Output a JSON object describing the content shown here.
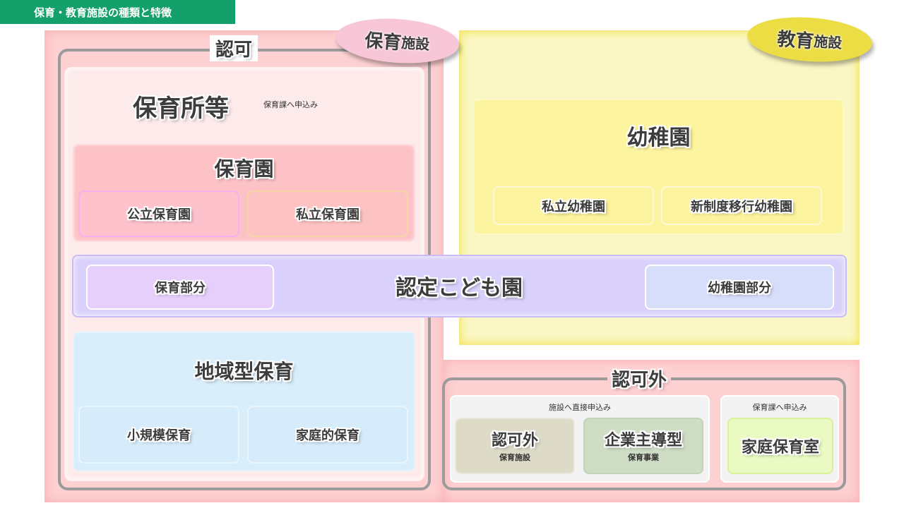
{
  "header": {
    "title": "保育・教育施設の種類と特徴"
  },
  "hoiku_shisetsu": {
    "label_main": "保育",
    "label_sub": "施設"
  },
  "kyoiku_shisetsu": {
    "label_main": "教育",
    "label_sub": "施設"
  },
  "ninka": {
    "label": "認可"
  },
  "hoikusho": {
    "title": "保育所等",
    "note": "保育課へ申込み"
  },
  "hoikuen": {
    "title": "保育園",
    "items": [
      "公立保育園",
      "私立保育園"
    ]
  },
  "youchien": {
    "title": "幼稚園",
    "items": [
      "私立幼稚園",
      "新制度移行幼稚園"
    ]
  },
  "kodomoen": {
    "title": "認定こども園",
    "left": "保育部分",
    "right": "幼稚園部分"
  },
  "chiiki": {
    "title": "地域型保育",
    "items": [
      "小規模保育",
      "家庭的保育"
    ]
  },
  "ninkagai": {
    "label": "認可外",
    "group1_note": "施設へ直接申込み",
    "group2_note": "保育課へ申込み",
    "box1_title": "認可外",
    "box1_sub": "保育施設",
    "box2_title": "企業主導型",
    "box2_sub": "保育事業",
    "box3_title": "家庭保育室"
  },
  "colors": {
    "header_green": "#13a06a",
    "hoiku_pink": "#fdd0d2",
    "kyoiku_yellow": "#fbf7c5",
    "kodomoen_purple": "#d9d0fb",
    "chiiki_blue": "#d8eefa"
  }
}
